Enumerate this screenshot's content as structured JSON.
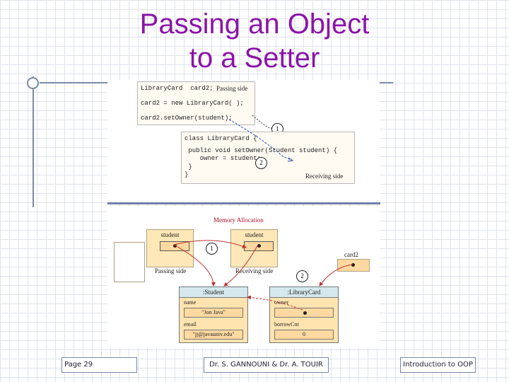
{
  "title": {
    "line1": "Passing an Object",
    "line2": "to a Setter"
  },
  "code": {
    "caller": [
      "LibraryCard  card2;",
      "card2 = new LibraryCard( );",
      "card2.setOwner(student);"
    ],
    "passing_side_label": "Passing side",
    "receiver": [
      "class LibraryCard {",
      " public void setOwner(Student student) {",
      "    owner = student;",
      " }",
      "}"
    ],
    "receiving_side_label": "Receiving side",
    "markers": [
      "1",
      "2"
    ]
  },
  "memory": {
    "title": "Memory Allocation",
    "frame_passing": "student",
    "frame_receiving": "student",
    "passing_side_label": "Passing side",
    "receiving_side_label": "Receiving side",
    "card2_label": "card2",
    "markers": [
      "1",
      "2"
    ],
    "student_object": {
      "header": ":Student",
      "fields": [
        {
          "name": "name",
          "value": "\"Jon Java\""
        },
        {
          "name": "email",
          "value": "\"jj@javauniv.edu\""
        }
      ]
    },
    "librarycard_object": {
      "header": ":LibraryCard",
      "fields": [
        {
          "name": "owner",
          "value": ""
        },
        {
          "name": "borrowCnt",
          "value": "0"
        }
      ]
    }
  },
  "footer": {
    "page": "Page 29",
    "authors": "Dr. S. GANNOUNI & Dr. A. TOUIR",
    "course": "Introduction to OOP"
  },
  "colors": {
    "title": "#8b14a8",
    "accent_line": "#6f7fa5",
    "arrow": "#c03030"
  }
}
